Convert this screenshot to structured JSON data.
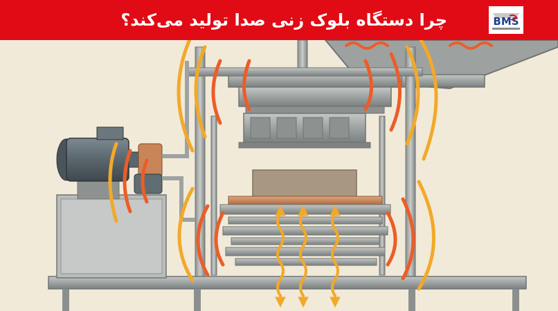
{
  "header": {
    "title": "چرا دستگاه بلوک زنی صدا تولید می‌کند؟",
    "title_bg": "#e10b16",
    "title_color": "#ffffff"
  },
  "logo": {
    "icon": "bms-logo-icon",
    "text": "BMS"
  },
  "illustration": {
    "icon": "block-machine-illustration",
    "colors": {
      "background": "#f2ead9",
      "metal": "#9ea3a2",
      "motor": "#5e6b72",
      "wave_outer": "#f2a92a",
      "wave_inner": "#ec5d28"
    }
  }
}
